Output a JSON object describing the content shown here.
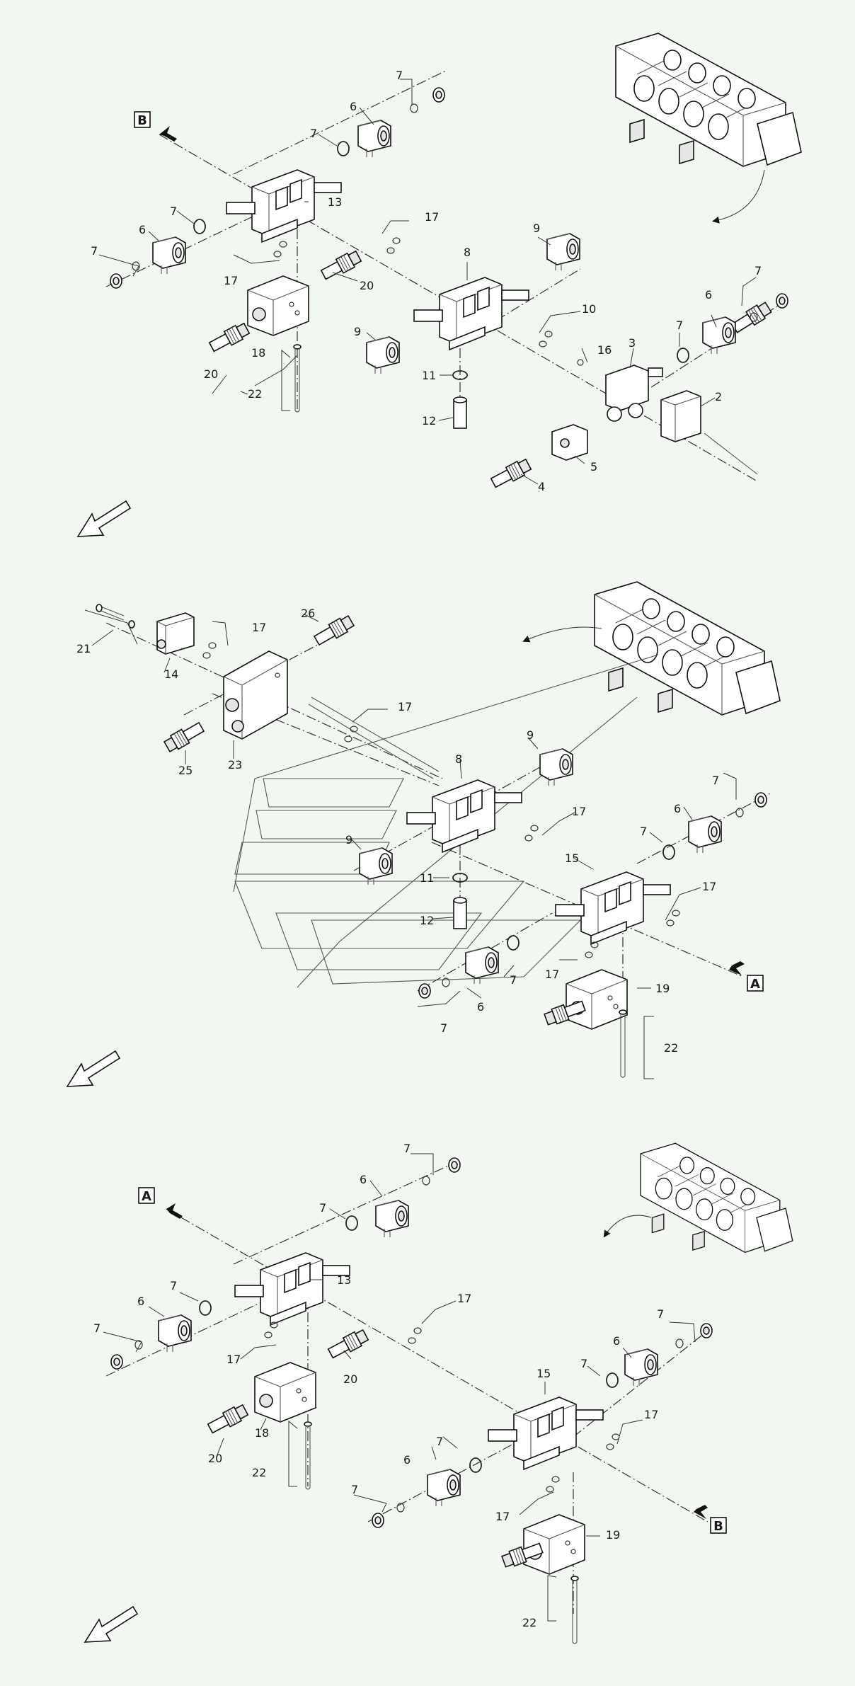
{
  "callouts": {
    "s1": {
      "p7a": "7",
      "p6a": "6",
      "p7b": "7",
      "p13": "13",
      "p7c": "7",
      "p6b": "6",
      "p7d": "7",
      "p17a": "17",
      "p17b": "17",
      "p20a": "20",
      "p18": "18",
      "p20b": "20",
      "p22": "22",
      "p8": "8",
      "p9a": "9",
      "p9b": "9",
      "p10": "10",
      "p11": "11",
      "p12": "12",
      "p16": "16",
      "p3": "3",
      "p7e": "7",
      "p6c": "6",
      "p7f": "7",
      "p2": "2",
      "p5": "5",
      "p4": "4"
    },
    "s2": {
      "p21": "21",
      "p17a": "17",
      "p14": "14",
      "p26": "26",
      "p17b": "17",
      "p25": "25",
      "p23": "23",
      "p8": "8",
      "p9a": "9",
      "p9b": "9",
      "p7a": "7",
      "p6a": "6",
      "p7b": "7",
      "p17c": "17",
      "p15": "15",
      "p17d": "17",
      "p11": "11",
      "p12": "12",
      "p17e": "17",
      "p19": "19",
      "p7c": "7",
      "p6b": "6",
      "p7d": "7",
      "p22": "22"
    },
    "s3": {
      "p7a": "7",
      "p6a": "6",
      "p7b": "7",
      "p13": "13",
      "p7c": "7",
      "p6b": "6",
      "p7d": "7",
      "p17a": "17",
      "p17b": "17",
      "p20a": "20",
      "p18": "18",
      "p20b": "20",
      "p22": "22",
      "p7e": "7",
      "p6c": "6",
      "p7f": "7",
      "p15": "15",
      "p17c": "17",
      "p7g": "7",
      "p6d": "6",
      "p7h": "7",
      "p17d": "17",
      "p19": "19",
      "p22b": "22"
    }
  },
  "refs": {
    "s1_b": "B",
    "s2_a": "A",
    "s3_a": "A",
    "s3_b": "B"
  },
  "colors": {
    "background": "#f3f7f1",
    "line": "#111111",
    "part_fill": "#ffffff"
  }
}
